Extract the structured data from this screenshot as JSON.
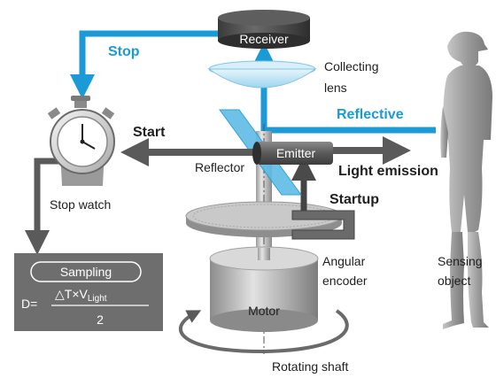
{
  "labels": {
    "receiver": "Receiver",
    "stop": "Stop",
    "collecting_lens": [
      "Collecting",
      "lens"
    ],
    "reflective": "Reflective",
    "start": "Start",
    "emitter": "Emitter",
    "reflector": "Reflector",
    "light_emission": "Light emission",
    "startup": "Startup",
    "stop_watch": "Stop watch",
    "angular_encoder": [
      "Angular",
      "encoder"
    ],
    "sensing_object": [
      "Sensing",
      "object"
    ],
    "motor": "Motor",
    "rotating_shaft": "Rotating shaft"
  },
  "formula_box": {
    "title": "Sampling",
    "lhs": "D=",
    "numerator_prefix": "△T×V",
    "numerator_subscript": "Light",
    "denominator": "2"
  },
  "colors": {
    "accent_blue": "#1a9ad6",
    "dark_gray": "#4a4a4a",
    "panel_gray": "#6e6e6e"
  },
  "icons": {
    "stop_watch": "stopwatch-icon",
    "sensing_object": "standing-person-figure"
  }
}
